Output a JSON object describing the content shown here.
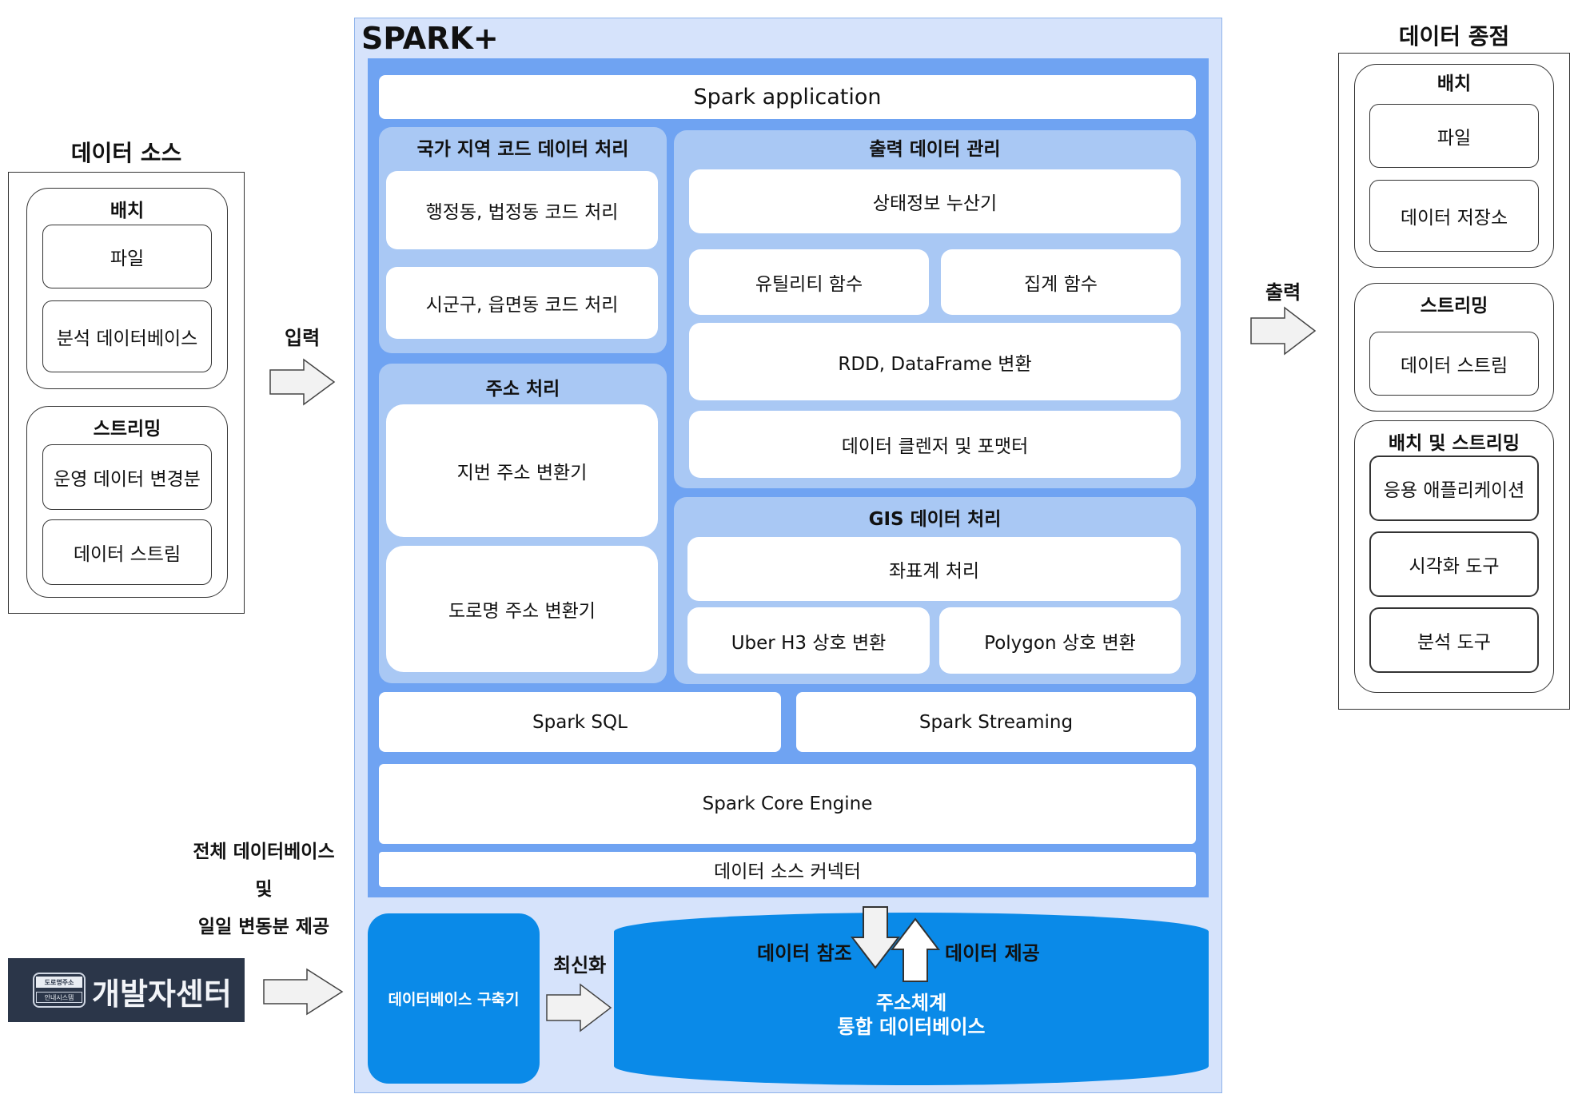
{
  "spark": {
    "title": "SPARK+",
    "spark_application": "Spark application",
    "region_code": {
      "title": "국가 지역 코드 데이터 처리",
      "items": [
        "행정동, 법정동 코드 처리",
        "시군구, 읍면동 코드 처리"
      ]
    },
    "address": {
      "title": "주소 처리",
      "items": [
        "지번 주소 변환기",
        "도로명 주소 변환기"
      ]
    },
    "output_mgmt": {
      "title": "출력 데이터 관리",
      "state": "상태정보 누산기",
      "utility": "유틸리티 함수",
      "aggregate": "집계 함수",
      "rdd": "RDD, DataFrame 변환",
      "cleanser": "데이터 클렌저 및 포맷터"
    },
    "gis": {
      "title": "GIS 데이터 처리",
      "coord": "좌표계 처리",
      "uber": "Uber H3 상호 변환",
      "polygon": "Polygon 상호 변환"
    },
    "spark_sql": "Spark SQL",
    "spark_streaming": "Spark Streaming",
    "core_engine": "Spark Core Engine",
    "connector": "데이터 소스 커넥터",
    "db_builder": "데이터베이스 구축기",
    "refresh_label": "최신화",
    "data_ref_label": "데이터 참조",
    "data_provide_label": "데이터 제공",
    "integrated_db": [
      "주소체계",
      "통합 데이터베이스"
    ]
  },
  "source": {
    "heading": "데이터 소스",
    "batch": {
      "title": "배치",
      "items": [
        "파일",
        "분석 데이터베이스"
      ]
    },
    "streaming": {
      "title": "스트리밍",
      "items": [
        "운영 데이터 변경분",
        "데이터 스트림"
      ]
    },
    "input_label": "입력"
  },
  "sink": {
    "heading": "데이터 종점",
    "output_label": "출력",
    "batch": {
      "title": "배치",
      "items": [
        "파일",
        "데이터 저장소"
      ]
    },
    "streaming": {
      "title": "스트리밍",
      "items": [
        "데이터 스트림"
      ]
    },
    "both": {
      "title": "배치 및 스트리밍",
      "items": [
        "응용 애플리케이션",
        "시각화 도구",
        "분석 도구"
      ]
    }
  },
  "provider": {
    "text_lines": [
      "전체 데이터베이스",
      "및",
      "일일 변동분 제공"
    ],
    "logo_small_top": "도로명주소",
    "logo_small_bottom": "안내시스템",
    "logo_text": "개발자센터"
  },
  "colors": {
    "spark_outer": "#d6e3fb",
    "spark_inner": "#6fa3f2",
    "panel": "#a9c8f4",
    "db_blue": "#0a8ae8",
    "logo_bg": "#2b3649",
    "arrow_fill": "#f2f2f2"
  }
}
